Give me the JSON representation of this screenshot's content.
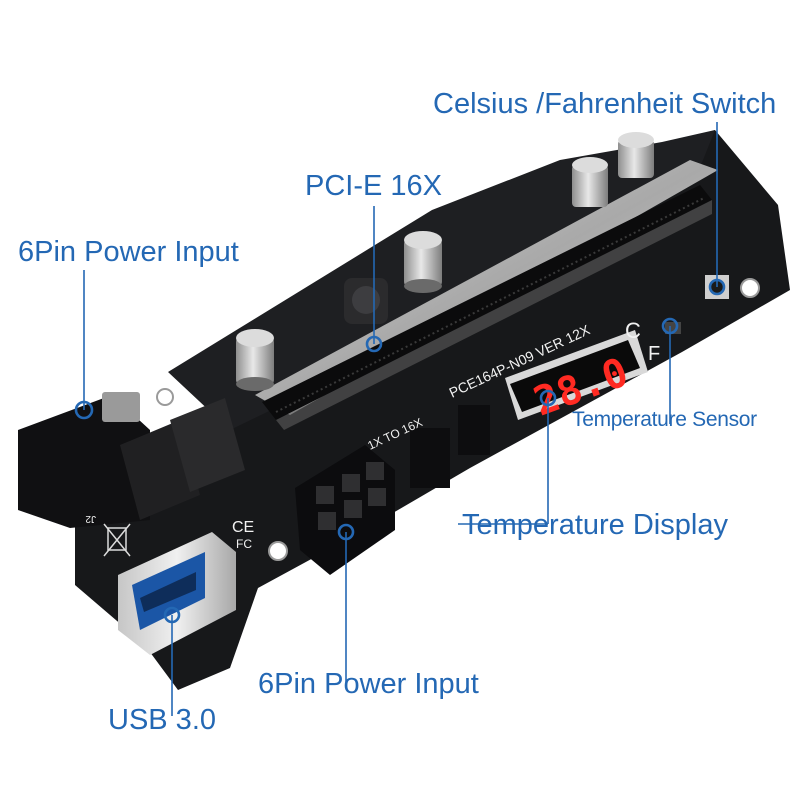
{
  "callouts": {
    "celsius_switch": "Celsius /Fahrenheit Switch",
    "pcie_slot": "PCI-E 16X",
    "power_input_top": "6Pin Power Input",
    "temperature_sensor": "Temperature Sensor",
    "temperature_display": "Temperature Display",
    "power_input_bottom": "6Pin Power Input",
    "usb": "USB 3.0"
  },
  "board": {
    "model_text": "PCE164P-N09 VER 12X",
    "sub_text": "1X TO 16X",
    "display_digits": "28.0",
    "display_unit_c": "C",
    "display_unit_f": "F",
    "ce_mark": "CE",
    "fc_mark": "FC",
    "j2_label": "J2"
  },
  "colors": {
    "callout": "#2468b4",
    "pcb": "#17181a",
    "led": "#ff2a22"
  },
  "icons": {
    "dot": "hollow-circle-marker"
  }
}
